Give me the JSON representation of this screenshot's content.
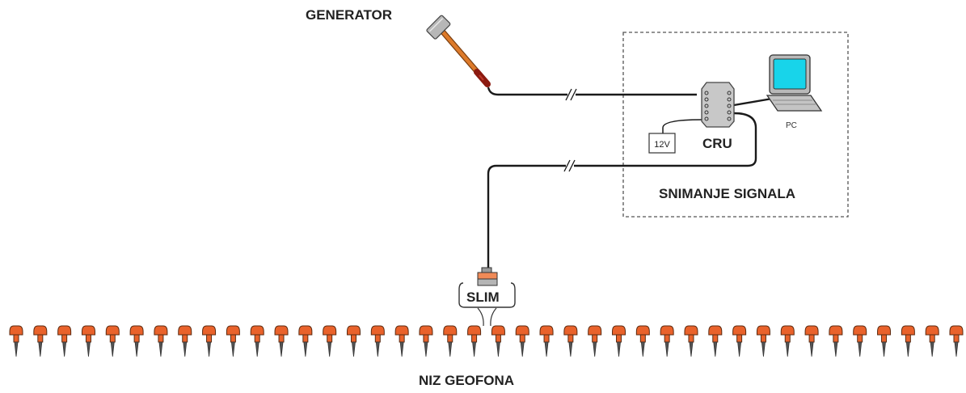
{
  "labels": {
    "generator": "GENERATOR",
    "recording": "SNIMANJE SIGNALA",
    "cru": "CRU",
    "pc": "PC",
    "battery": "12V",
    "slim": "SLIM",
    "geophones": "NIZ GEOFONA"
  },
  "geophone_count": 40,
  "colors": {
    "geophone": "#e9622b",
    "hammer_handle": "#dd7a2a",
    "hammer_grip": "#8b1a10",
    "hammer_head": "#b7b7b7",
    "screen": "#18d4ea",
    "cru_box": "#c8c8c8",
    "slim_body": "#f08a57",
    "cable": "#1a1a1a"
  }
}
